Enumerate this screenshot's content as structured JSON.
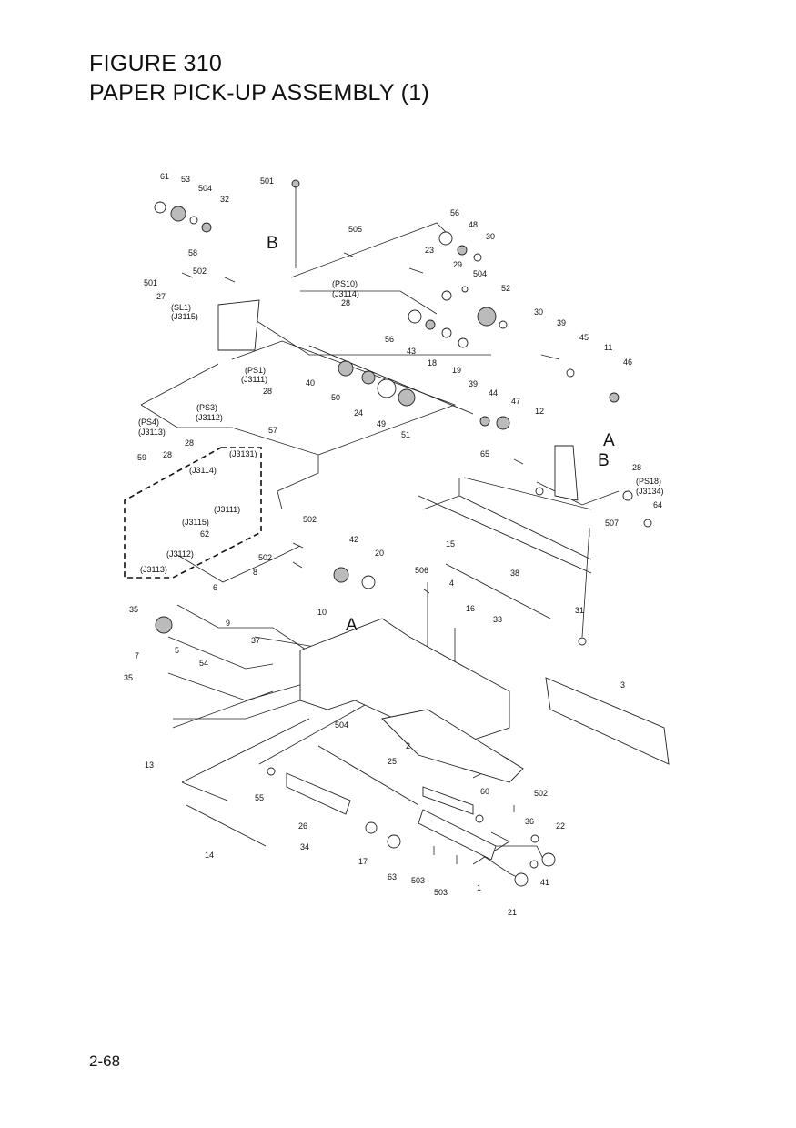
{
  "figure_title": "FIGURE 310",
  "assembly_title": "PAPER PICK-UP ASSEMBLY (1)",
  "page_number": "2-68",
  "detail_letters": [
    "B",
    "A",
    "B",
    "A"
  ],
  "callouts": [
    "61",
    "53",
    "504",
    "32",
    "501",
    "56",
    "48",
    "30",
    "505",
    "23",
    "29",
    "504",
    "52",
    "58",
    "501",
    "502",
    "27",
    "(SL1)",
    "(J3115)",
    "(PS10)",
    "(J3114)",
    "28",
    "56",
    "43",
    "18",
    "19",
    "30",
    "39",
    "45",
    "11",
    "46",
    "(PS1)",
    "(J3111)",
    "28",
    "40",
    "50",
    "24",
    "49",
    "51",
    "39",
    "44",
    "47",
    "12",
    "(PS3)",
    "(J3112)",
    "(PS4)",
    "(J3113)",
    "28",
    "28",
    "57",
    "59",
    "(J3131)",
    "(J3114)",
    "(J3111)",
    "(J3115)",
    "62",
    "(J3112)",
    "(J3113)",
    "65",
    "28",
    "(PS18)",
    "(J3134)",
    "64",
    "507",
    "502",
    "42",
    "20",
    "502",
    "15",
    "38",
    "8",
    "506",
    "4",
    "16",
    "6",
    "35",
    "9",
    "10",
    "33",
    "31",
    "37",
    "7",
    "5",
    "54",
    "35",
    "3",
    "13",
    "504",
    "2",
    "25",
    "55",
    "60",
    "502",
    "26",
    "36",
    "22",
    "34",
    "17",
    "63",
    "503",
    "503",
    "1",
    "41",
    "14",
    "21"
  ]
}
